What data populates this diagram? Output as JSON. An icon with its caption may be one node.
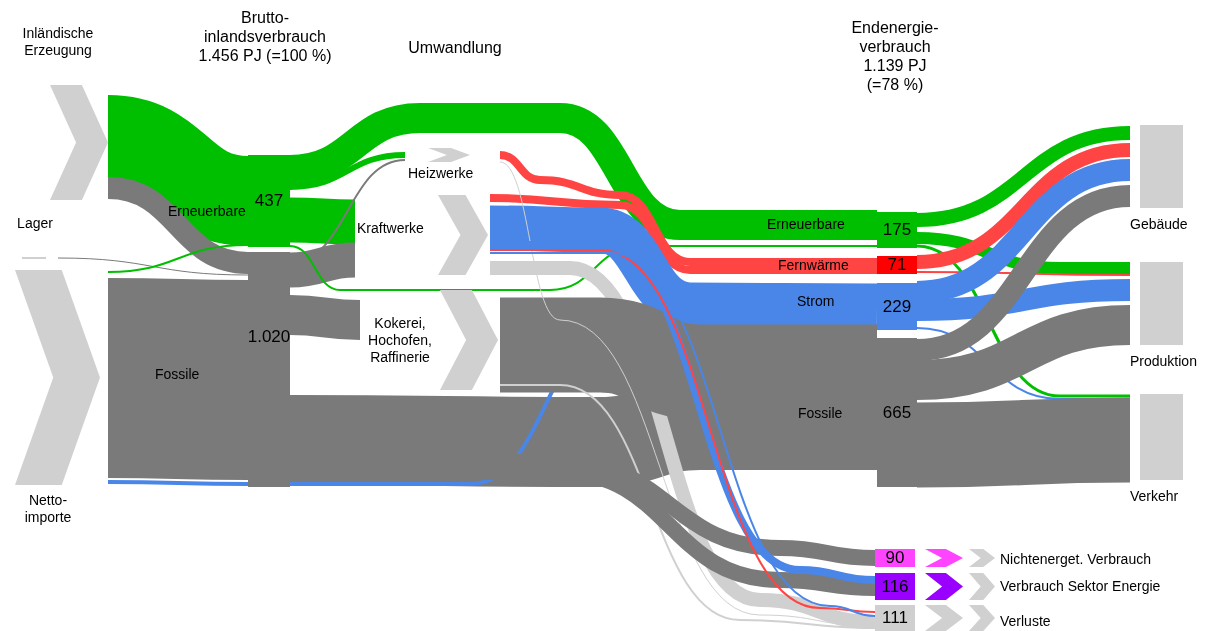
{
  "diagram": {
    "nodes": [
      {
        "text": [
          "Inländische Erzeugung"
        ]
      },
      {
        "text": [
          "Lager"
        ]
      },
      {
        "text": [
          "Netto- importe"
        ]
      },
      {
        "text": [
          "437"
        ],
        "beside": [
          "Erneuerbare"
        ]
      },
      {
        "text": [
          "1.020"
        ],
        "beside": [
          "Fossile"
        ]
      },
      {
        "text": [
          "Heizwerke"
        ]
      },
      {
        "text": [
          "Kraftwerke"
        ]
      },
      {
        "text": [
          "Kokerei, Hochofen, Raffinerie"
        ]
      },
      {
        "text": [
          "175"
        ],
        "beside": [
          "Erneuerbare"
        ]
      },
      {
        "text": [
          "71"
        ],
        "beside": [
          "Fernwärme"
        ]
      },
      {
        "text": [
          "229"
        ],
        "beside": [
          "Strom"
        ]
      },
      {
        "text": [
          "665"
        ],
        "beside": [
          "Fossile"
        ]
      },
      {
        "text": [
          "Gebäude"
        ]
      },
      {
        "text": [
          "Produktion"
        ]
      },
      {
        "text": [
          "Verkehr"
        ]
      },
      {
        "text": [
          "90"
        ],
        "beside": [
          "Nichtenerget. Verbrauch"
        ]
      },
      {
        "text": [
          "116"
        ],
        "beside": [
          "Verbrauch Sektor Energie"
        ]
      },
      {
        "text": [
          "111"
        ],
        "beside": [
          "Verluste"
        ]
      }
    ],
    "edges": [
      {
        "from": 0,
        "to": 3,
        "arrow": "none",
        "style": "thick",
        "color": "#00bf00"
      },
      {
        "from": 0,
        "to": 4,
        "arrow": "none"
      },
      {
        "from": 1,
        "to": 4,
        "arrow": "none"
      },
      {
        "from": 2,
        "to": 3,
        "arrow": "none",
        "color": "#00bf00"
      },
      {
        "from": 2,
        "to": 4,
        "arrow": "none",
        "style": "thick"
      },
      {
        "from": 2,
        "to": 4,
        "arrow": "none",
        "color": "#4a86e8"
      },
      {
        "from": 3,
        "to": 8,
        "arrow": "none",
        "style": "thick",
        "color": "#00bf00"
      },
      {
        "from": 3,
        "to": 5,
        "arrow": "none",
        "color": "#00bf00"
      },
      {
        "from": 3,
        "to": 6,
        "arrow": "none",
        "style": "thick",
        "color": "#00bf00"
      },
      {
        "from": 4,
        "to": 5,
        "arrow": "none"
      },
      {
        "from": 4,
        "to": 6,
        "arrow": "none",
        "style": "thick"
      },
      {
        "from": 4,
        "to": 7,
        "arrow": "none",
        "style": "thick"
      },
      {
        "from": 4,
        "to": 11,
        "arrow": "none",
        "style": "thick"
      },
      {
        "from": 3,
        "to": 8,
        "arrow": "none",
        "color": "#00bf00"
      },
      {
        "from": 4,
        "to": 10,
        "arrow": "none",
        "color": "#4a86e8"
      },
      {
        "from": 5,
        "to": 9,
        "arrow": "none",
        "color": "#ff4444"
      },
      {
        "from": 6,
        "to": 9,
        "arrow": "none",
        "color": "#ff4444"
      },
      {
        "from": 6,
        "to": 10,
        "arrow": "none",
        "style": "thick",
        "color": "#4a86e8"
      },
      {
        "from": 6,
        "to": 17,
        "arrow": "none",
        "color": "#d0d0d0"
      },
      {
        "from": 7,
        "to": 11,
        "arrow": "none",
        "style": "thick"
      },
      {
        "from": 7,
        "to": 17,
        "arrow": "none",
        "color": "#d0d0d0"
      },
      {
        "from": 5,
        "to": 17,
        "arrow": "none",
        "color": "#d0d0d0"
      },
      {
        "from": 4,
        "to": 15,
        "arrow": "none"
      },
      {
        "from": 4,
        "to": 16,
        "arrow": "none"
      },
      {
        "from": 6,
        "to": 16,
        "arrow": "none",
        "color": "#4a86e8"
      },
      {
        "from": 6,
        "to": 17,
        "arrow": "none",
        "color": "#ff4444"
      },
      {
        "from": 6,
        "to": 17,
        "arrow": "none",
        "color": "#4a86e8"
      },
      {
        "from": 8,
        "to": 12,
        "arrow": "none",
        "color": "#00bf00"
      },
      {
        "from": 8,
        "to": 13,
        "arrow": "none",
        "color": "#00bf00"
      },
      {
        "from": 8,
        "to": 14,
        "arrow": "none",
        "color": "#00bf00"
      },
      {
        "from": 9,
        "to": 12,
        "arrow": "none",
        "color": "#ff4444"
      },
      {
        "from": 9,
        "to": 13,
        "arrow": "none",
        "color": "#ff4444"
      },
      {
        "from": 10,
        "to": 12,
        "arrow": "none",
        "color": "#4a86e8"
      },
      {
        "from": 10,
        "to": 13,
        "arrow": "none",
        "color": "#4a86e8"
      },
      {
        "from": 10,
        "to": 14,
        "arrow": "none",
        "color": "#4a86e8"
      },
      {
        "from": 11,
        "to": 12,
        "arrow": "none"
      },
      {
        "from": 11,
        "to": 13,
        "arrow": "none",
        "style": "thick"
      },
      {
        "from": 11,
        "to": 14,
        "arrow": "none",
        "style": "thick"
      }
    ],
    "labels": [
      "Brutto- inlandsverbrauch 1.456 PJ (=100 %)",
      "Umwandlung",
      "Endenergie- verbrauch 1.139 PJ (=78 %)"
    ]
  }
}
